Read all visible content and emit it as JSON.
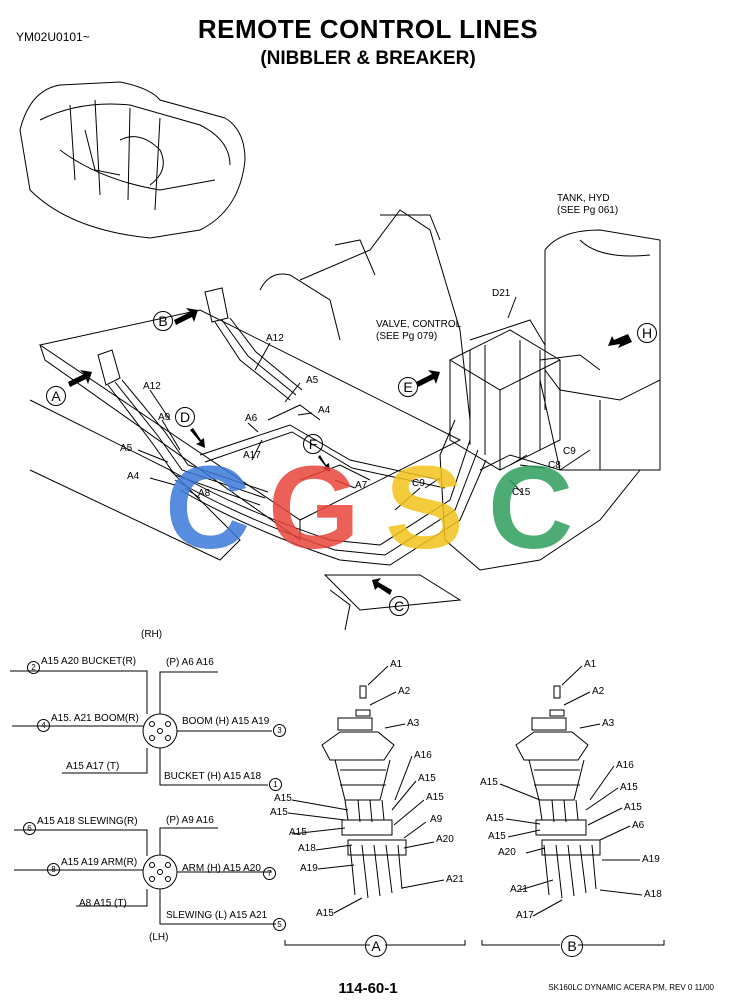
{
  "header": {
    "code": "YM02U0101~",
    "title": "REMOTE CONTROL LINES",
    "subtitle": "(NIBBLER & BREAKER)"
  },
  "callouts_main": {
    "tank": "TANK, HYD",
    "tank_ref": "(SEE Pg  061)",
    "valve": "VALVE, CONTROL",
    "valve_ref": "(SEE Pg  079)",
    "d21": "D21",
    "a12a": "A12",
    "a12b": "A12",
    "a5a": "A5",
    "a5b": "A5",
    "a4a": "A4",
    "a4b": "A4",
    "a9": "A9",
    "a6": "A6",
    "a17": "A17",
    "a8": "A8",
    "a7": "A7",
    "c9a": "C9",
    "c9b": "C9",
    "c8": "C8",
    "c15": "C15"
  },
  "view_letters": {
    "A": "A",
    "B": "B",
    "C": "C",
    "D": "D",
    "E": "E",
    "F": "F",
    "H": "H"
  },
  "watermark": {
    "letters": [
      "C",
      "G",
      "S",
      "C"
    ],
    "colors": [
      "#3a78d8",
      "#e8443a",
      "#f2c21a",
      "#2e9e5a"
    ]
  },
  "rh_schematic": {
    "side": "(RH)",
    "bucket_r": "A15 A20 BUCKET(R)",
    "p_top": "(P) A6 A16",
    "boom_r": "A15. A21 BOOM(R)",
    "boom_h": "BOOM (H) A15 A19",
    "t_left": "A15 A17 (T)",
    "bucket_h": "BUCKET (H) A15 A18",
    "n2": "2",
    "n4": "4",
    "n3": "3",
    "n1": "1"
  },
  "lh_schematic": {
    "side": "(LH)",
    "slewing_r": "A15 A18 SLEWING(R)",
    "p_top": "(P) A9 A16",
    "arm_r": "A15 A19 ARM(R)",
    "arm_h": "ARM (H) A15 A20",
    "t_left": "A8 A15  (T)",
    "slewing_l": "SLEWING (L)  A15 A21",
    "n6": "6",
    "n8": "8",
    "n7": "7",
    "n5": "5"
  },
  "detail_a": {
    "letter": "A",
    "labels": [
      "A1",
      "A2",
      "A3",
      "A16",
      "A15",
      "A15",
      "A15",
      "A15",
      "A9",
      "A18",
      "A20",
      "A19",
      "A21",
      "A15"
    ]
  },
  "detail_b": {
    "letter": "B",
    "labels": [
      "A1",
      "A2",
      "A3",
      "A16",
      "A15",
      "A15",
      "A15",
      "A15",
      "A6",
      "A20",
      "A19",
      "A21",
      "A18",
      "A17"
    ]
  },
  "footer": {
    "page_number": "114-60-1",
    "model": "SK160LC DYNAMIC ACERA PM,  REV 0 11/00"
  }
}
